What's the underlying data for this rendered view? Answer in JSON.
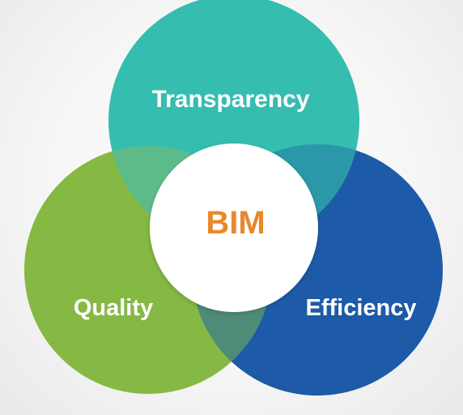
{
  "diagram": {
    "center": {
      "label": "BIM"
    },
    "circles": [
      {
        "id": "transparency",
        "label": "Transparency"
      },
      {
        "id": "quality",
        "label": "Quality"
      },
      {
        "id": "efficiency",
        "label": "Efficiency"
      }
    ]
  },
  "colors": {
    "transparency": "#35bdb0",
    "quality": "#86b844",
    "efficiency": "#1d5aa8",
    "overlap_top_left": "#5dbb8a",
    "overlap_top_right": "#2a98a8",
    "overlap_bottom": "#4f8c78",
    "center_fill": "#ffffff",
    "center_text": "#e8892a",
    "label_text": "#ffffff"
  }
}
